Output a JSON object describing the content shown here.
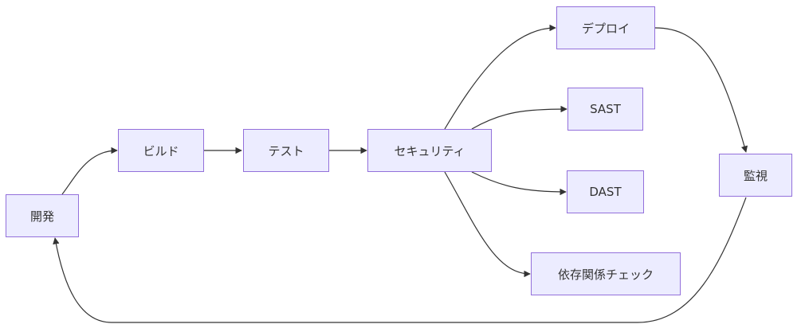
{
  "colors": {
    "node_fill": "#ECECFF",
    "node_border": "#9370DB",
    "edge": "#333333",
    "text": "#333333"
  },
  "nodes": {
    "kaihatsu": "開発",
    "build": "ビルド",
    "test": "テスト",
    "security": "セキュリティ",
    "deploy": "デプロイ",
    "sast": "SAST",
    "dast": "DAST",
    "dependency_check": "依存関係チェック",
    "monitoring": "監視"
  },
  "edges": [
    {
      "from": "開発",
      "to": "ビルド"
    },
    {
      "from": "ビルド",
      "to": "テスト"
    },
    {
      "from": "テスト",
      "to": "セキュリティ"
    },
    {
      "from": "セキュリティ",
      "to": "デプロイ"
    },
    {
      "from": "セキュリティ",
      "to": "SAST"
    },
    {
      "from": "セキュリティ",
      "to": "DAST"
    },
    {
      "from": "セキュリティ",
      "to": "依存関係チェック"
    },
    {
      "from": "デプロイ",
      "to": "監視"
    },
    {
      "from": "監視",
      "to": "開発"
    }
  ]
}
